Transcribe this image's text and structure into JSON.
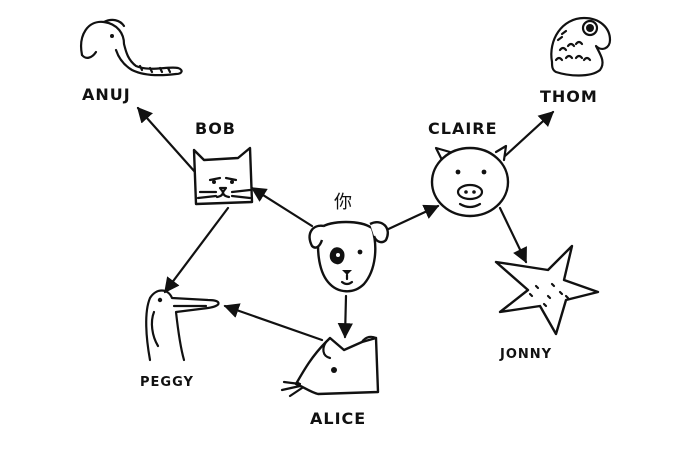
{
  "nodes": {
    "you": "你",
    "bob": "BOB",
    "claire": "CLAIRE",
    "anuj": "ANUJ",
    "thom": "THOM",
    "peggy": "PEGGY",
    "alice": "ALICE",
    "jonny": "JONNY"
  },
  "edges": [
    {
      "from": "you",
      "to": "bob"
    },
    {
      "from": "you",
      "to": "claire"
    },
    {
      "from": "you",
      "to": "alice"
    },
    {
      "from": "bob",
      "to": "anuj"
    },
    {
      "from": "bob",
      "to": "peggy"
    },
    {
      "from": "claire",
      "to": "thom"
    },
    {
      "from": "claire",
      "to": "jonny"
    },
    {
      "from": "alice",
      "to": "peggy"
    }
  ],
  "icons": {
    "you": "dog-icon",
    "bob": "cat-icon",
    "claire": "pig-icon",
    "anuj": "elephant-icon",
    "thom": "fish-icon",
    "peggy": "bird-icon",
    "alice": "rat-icon",
    "jonny": "starfish-icon"
  }
}
